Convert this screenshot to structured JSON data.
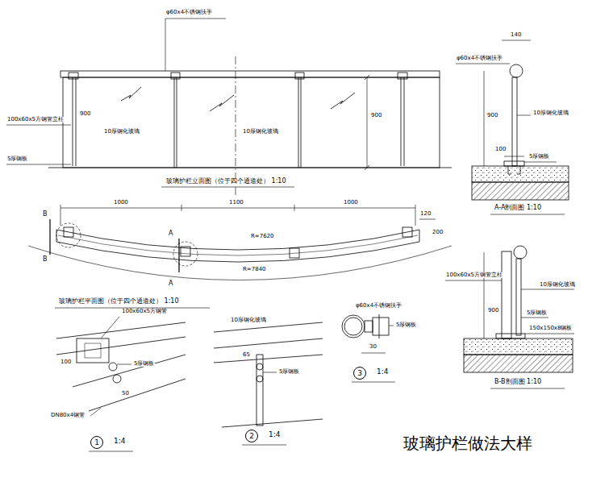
{
  "diagram": {
    "title": "玻璃护栏做法大样",
    "nodes": [
      {
        "text": [
          "1"
        ]
      },
      {
        "text": [
          "2"
        ]
      },
      {
        "text": [
          "3"
        ]
      }
    ],
    "labels": [
      "φ60x4不锈钢扶手",
      "100x60x5方钢管立柱",
      "10厚钢化玻璃",
      "10厚钢化玻璃",
      "900",
      "900",
      "5厚钢板",
      "玻璃护栏立面图（位于四个通道处） 1:10",
      "1000",
      "1100",
      "1000",
      "120",
      "200",
      "R=7620",
      "R=7840",
      "B",
      "B",
      "A",
      "A",
      "玻璃护栏平面图（位于四个通道处） 1:10",
      "140",
      "φ60x4不锈钢扶手",
      "900",
      "10厚钢化玻璃",
      "100",
      "5厚钢板",
      "A-A剖面图 1:10",
      "100x60x5方钢管立柱",
      "10厚钢化玻璃",
      "900",
      "5厚钢板",
      "150x150x8钢板",
      "B-B剖面图 1:10",
      "100x60x5方钢管",
      "100",
      "5厚钢板",
      "50",
      "DN80x4钢管",
      "1:4",
      "10厚钢化玻璃",
      "65",
      "5厚钢板",
      "1:4",
      "φ60x4不锈钢扶手",
      "5厚钢板",
      "30",
      "1:4"
    ]
  }
}
